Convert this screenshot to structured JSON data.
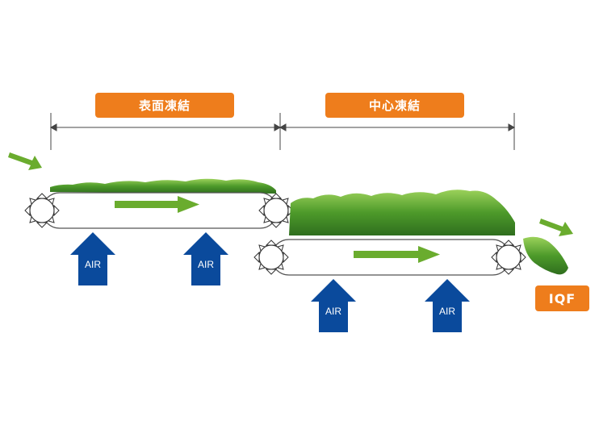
{
  "stages": {
    "surface_freezing": "表面凍結",
    "core_freezing": "中心凍結"
  },
  "air_label": "AIR",
  "output_label": "IQF",
  "colors": {
    "accent_orange": "#ee7d1c",
    "air_blue": "#0a4a9c",
    "flow_green": "#6aac2e"
  }
}
